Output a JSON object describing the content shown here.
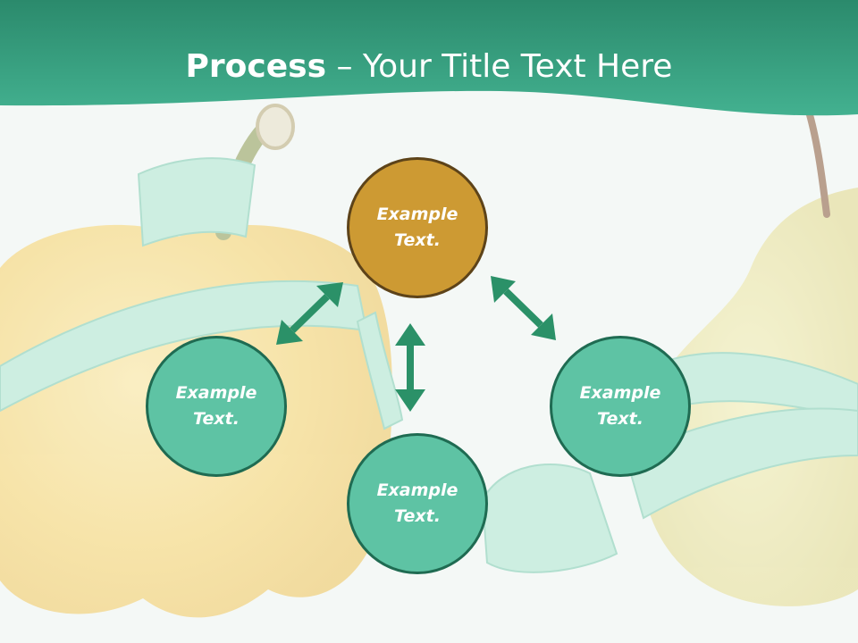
{
  "slide": {
    "title_bold": "Process",
    "title_rest": " – Your Title Text Here"
  },
  "nodes": {
    "top": {
      "line1": "Example",
      "line2": "Text."
    },
    "left": {
      "line1": "Example",
      "line2": "Text."
    },
    "bottom": {
      "line1": "Example",
      "line2": "Text."
    },
    "right": {
      "line1": "Example",
      "line2": "Text."
    }
  },
  "colors": {
    "header": "#3aa98a",
    "header_dark": "#2a8a6c",
    "accent_orange": "#cd9a33",
    "node_green": "#5ec3a4",
    "arrow": "#2b9168"
  }
}
